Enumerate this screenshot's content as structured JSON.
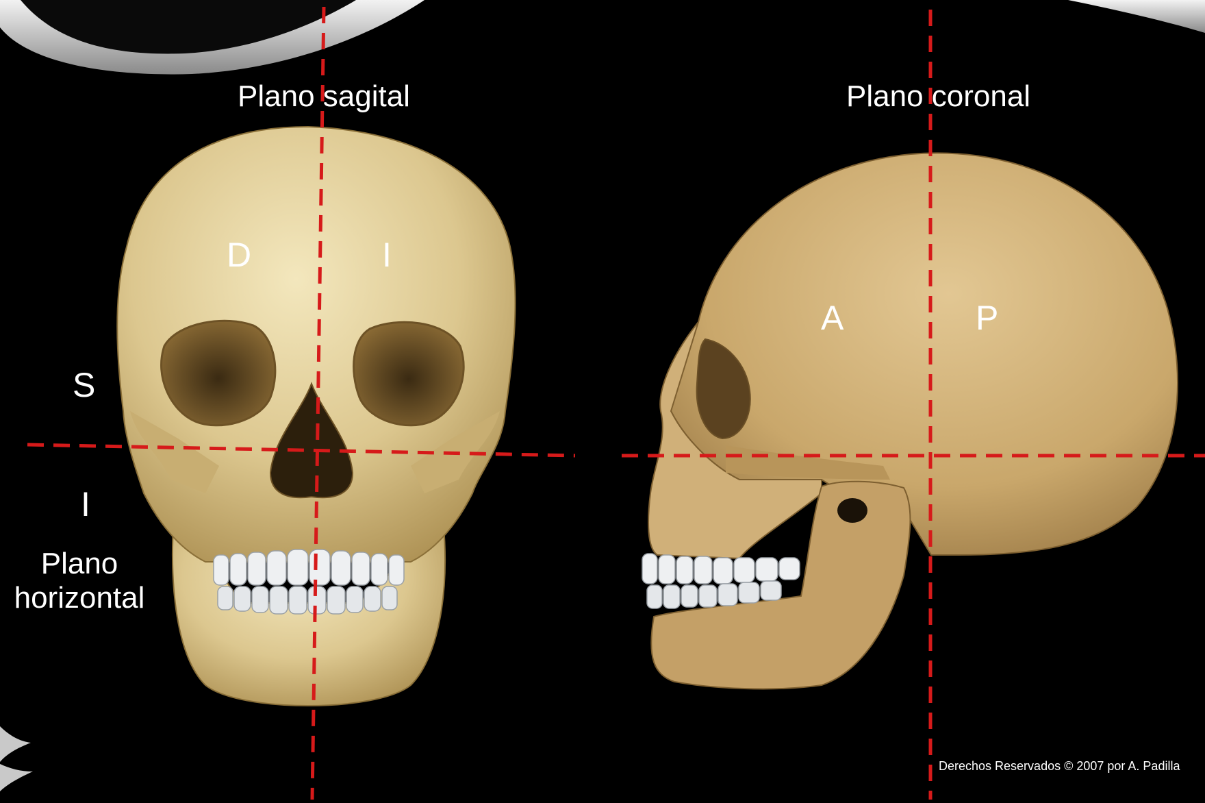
{
  "colors": {
    "background": "#000000",
    "plane_line": "#d61a1a",
    "bone": "#d9c690",
    "bone_lateral": "#cbab72",
    "teeth": "#e9ecef",
    "label": "#ffffff"
  },
  "planes": {
    "sagital": "Plano sagital",
    "coronal": "Plano coronal",
    "horizontal": "Plano horizontal"
  },
  "regions": {
    "right": "D",
    "left": "I",
    "anterior": "A",
    "posterior": "P",
    "superior": "S",
    "inferior": "I"
  },
  "copyright": "Derechos Reservados © 2007 por A. Padilla"
}
